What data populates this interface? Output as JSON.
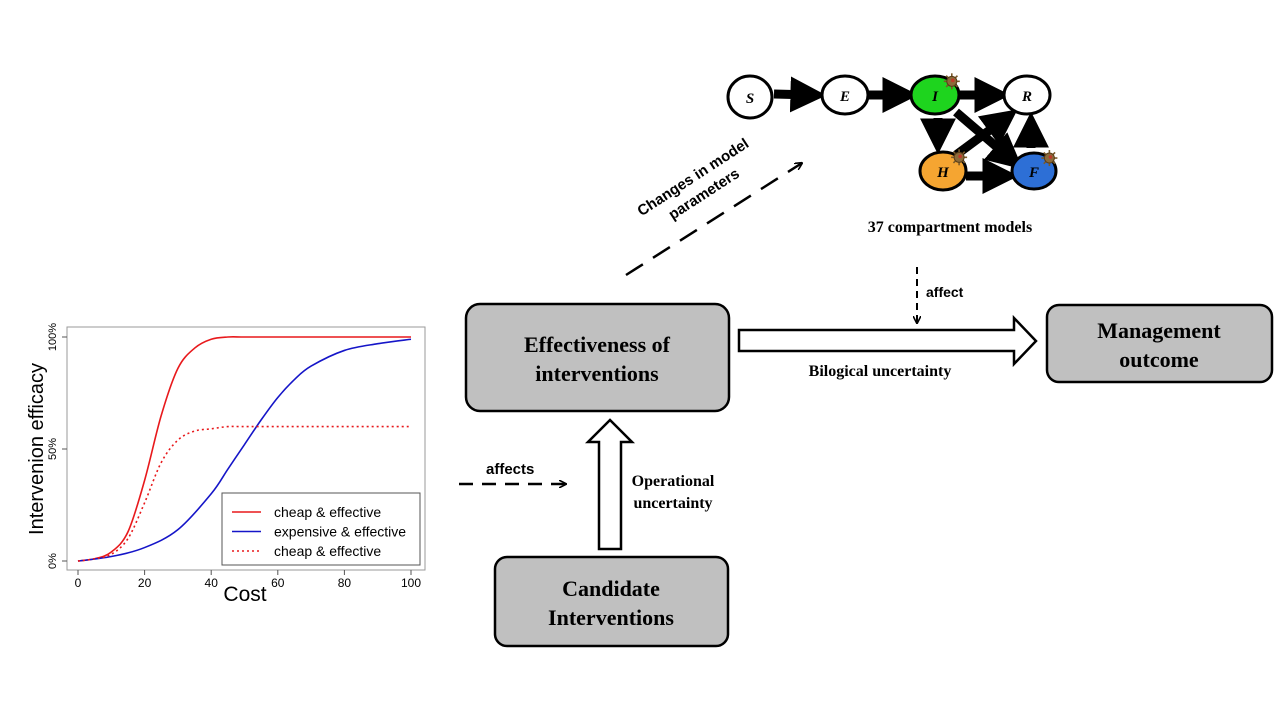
{
  "chart_data": {
    "type": "line",
    "title": "",
    "xlabel": "Cost",
    "ylabel": "Intervenion efficacy",
    "xlim": [
      0,
      100
    ],
    "ylim": [
      0,
      1
    ],
    "x_ticks": [
      "0",
      "20",
      "40",
      "60",
      "80",
      "100"
    ],
    "y_ticks": [
      "0%",
      "50%",
      "100%"
    ],
    "legend_position": "bottom-right",
    "grid": false,
    "series": [
      {
        "name": "cheap & effective",
        "color": "#e8191c",
        "style": "solid",
        "x": [
          0,
          5,
          10,
          15,
          20,
          25,
          30,
          35,
          40,
          45,
          50,
          60,
          70,
          80,
          90,
          100
        ],
        "y": [
          0.0,
          0.01,
          0.04,
          0.13,
          0.36,
          0.65,
          0.86,
          0.95,
          0.99,
          1.0,
          1.0,
          1.0,
          1.0,
          1.0,
          1.0,
          1.0
        ]
      },
      {
        "name": "expensive & effective",
        "color": "#1515c8",
        "style": "solid",
        "x": [
          0,
          10,
          20,
          30,
          40,
          45,
          50,
          55,
          60,
          65,
          70,
          80,
          90,
          100
        ],
        "y": [
          0.0,
          0.02,
          0.06,
          0.14,
          0.3,
          0.41,
          0.52,
          0.63,
          0.73,
          0.81,
          0.87,
          0.94,
          0.97,
          0.99
        ]
      },
      {
        "name": "cheap & effective",
        "color": "#e8191c",
        "style": "dotted",
        "x": [
          0,
          5,
          10,
          15,
          20,
          25,
          30,
          35,
          40,
          45,
          50,
          60,
          70,
          80,
          90,
          100
        ],
        "y": [
          0.0,
          0.01,
          0.03,
          0.1,
          0.26,
          0.44,
          0.54,
          0.58,
          0.59,
          0.6,
          0.6,
          0.6,
          0.6,
          0.6,
          0.6,
          0.6
        ]
      }
    ]
  },
  "diagram": {
    "boxes": {
      "effectiveness": [
        "Effectiveness  of",
        "interventions"
      ],
      "management": [
        "Management",
        "outcome"
      ],
      "candidate": [
        "Candidate",
        "Interventions"
      ]
    },
    "labels": {
      "changes_line1": "Changes in model",
      "changes_line2": "parameters",
      "compartment": "37 compartment models",
      "affect": "affect",
      "biological": "Bilogical uncertainty",
      "affects": "affects",
      "operational_line1": "Operational",
      "operational_line2": "uncertainty"
    },
    "nodes": [
      {
        "id": "S",
        "fill": "#ffffff",
        "virus": false
      },
      {
        "id": "E",
        "fill": "#ffffff",
        "virus": false
      },
      {
        "id": "I",
        "fill": "#1ed41e",
        "virus": true
      },
      {
        "id": "R",
        "fill": "#ffffff",
        "virus": false
      },
      {
        "id": "H",
        "fill": "#f5a531",
        "virus": true
      },
      {
        "id": "F",
        "fill": "#2d6fd6",
        "virus": true
      }
    ],
    "colors": {
      "box_fill": "#c0c0c0",
      "box_stroke": "#000000"
    }
  }
}
